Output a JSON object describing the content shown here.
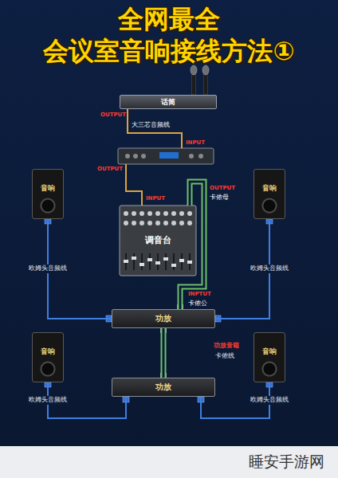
{
  "diagram": {
    "title": "全网最全 会议室音响接线方法①",
    "nodes": [
      {
        "text": [
          "话筒"
        ]
      },
      {
        "text": [
          "音响"
        ]
      },
      {
        "text": [
          "音响"
        ]
      },
      {
        "text": [
          "调音台"
        ]
      },
      {
        "text": [
          "功放"
        ]
      },
      {
        "text": [
          "音响"
        ]
      },
      {
        "text": [
          "音响"
        ]
      },
      {
        "text": [
          "功放"
        ]
      }
    ],
    "edges": [
      {
        "from": 3,
        "to": 4,
        "arrow": "none"
      },
      {
        "from": 4,
        "to": 1,
        "label": "欧姆头音频线",
        "arrow": "none"
      },
      {
        "from": 4,
        "to": 2,
        "label": "欧姆头音频线",
        "arrow": "none"
      },
      {
        "from": 4,
        "to": 7,
        "label": "卡侬线",
        "arrow": "none"
      },
      {
        "from": 7,
        "to": 5,
        "label": "欧姆头音频线",
        "arrow": "none"
      },
      {
        "from": 7,
        "to": 6,
        "label": "欧姆头音频线",
        "arrow": "none"
      }
    ],
    "labels": [
      "OUTPUT",
      "大三芯音频线",
      "INPUT",
      "OUTPUT",
      "INPUT",
      "OUTPUT",
      "卡侬母",
      "INPTUT",
      "卡侬公",
      "功放音箱",
      "睡安手游网"
    ]
  }
}
